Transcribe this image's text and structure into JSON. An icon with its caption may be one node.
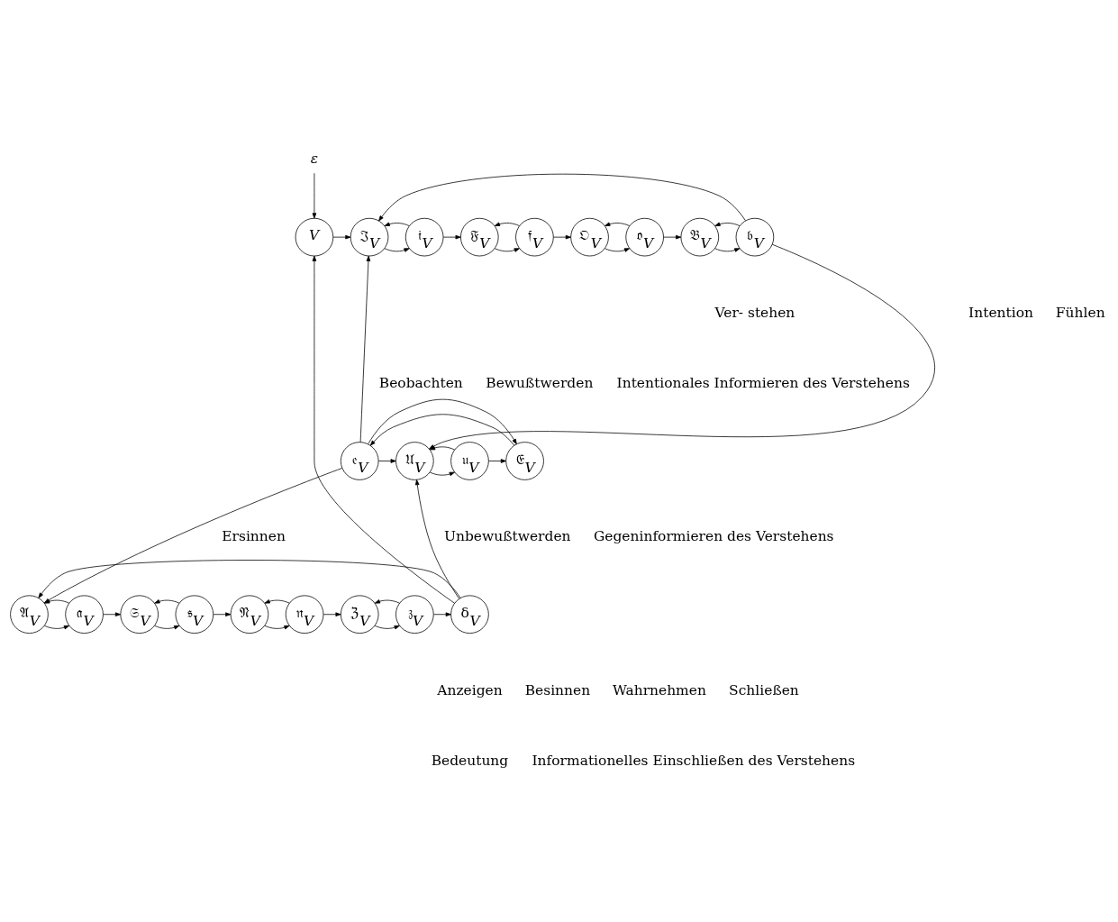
{
  "diagram": {
    "nodes": [
      {
        "text": [
          "V"
        ]
      },
      {
        "text": [
          "ε"
        ]
      },
      {
        "text": [
          "𝔍$_{V}$"
        ]
      },
      {
        "text": [
          "𝔦$_{V}$"
        ]
      },
      {
        "text": [
          "𝔉$_{V}$"
        ]
      },
      {
        "text": [
          "𝔣$_{V}$"
        ]
      },
      {
        "text": [
          "𝔒$_{V}$"
        ]
      },
      {
        "text": [
          "𝔬$_{V}$"
        ]
      },
      {
        "text": [
          "𝔅$_{V}$"
        ]
      },
      {
        "text": [
          "𝔟$_{V}$"
        ]
      },
      {
        "text": [
          "𝔢$_{V}$"
        ]
      },
      {
        "text": [
          "𝔈$_{V}$"
        ]
      },
      {
        "text": [
          "𝔲$_{V}$"
        ]
      },
      {
        "text": [
          "𝔘$_{V}$"
        ]
      },
      {
        "text": [
          "𝔄$_{V}$"
        ]
      },
      {
        "text": [
          "𝔞$_{V}$"
        ]
      },
      {
        "text": [
          "𝔖$_{V}$"
        ]
      },
      {
        "text": [
          "𝔰$_{V}$"
        ]
      },
      {
        "text": [
          "𝔑$_{V}$"
        ]
      },
      {
        "text": [
          "𝔫$_{V}$"
        ]
      },
      {
        "text": [
          "ℨ$_{V}$"
        ]
      },
      {
        "text": [
          "𝔷$_{V}$"
        ]
      },
      {
        "text": [
          "δ$_{V}$"
        ]
      }
    ],
    "edges": [
      {
        "from": 0,
        "to": 2,
        "arrow": "to"
      },
      {
        "from": 1,
        "to": 0,
        "arrow": "to"
      },
      {
        "from": 2,
        "to": 3,
        "arrow": "to"
      },
      {
        "from": 3,
        "to": 2,
        "arrow": "to"
      },
      {
        "from": 3,
        "to": 4,
        "arrow": "to"
      },
      {
        "from": 4,
        "to": 5,
        "arrow": "to"
      },
      {
        "from": 5,
        "to": 4,
        "arrow": "to"
      },
      {
        "from": 5,
        "to": 6,
        "arrow": "to"
      },
      {
        "from": 6,
        "to": 7,
        "arrow": "to"
      },
      {
        "from": 7,
        "to": 6,
        "arrow": "to"
      },
      {
        "from": 7,
        "to": 8,
        "arrow": "to"
      },
      {
        "from": 8,
        "to": 9,
        "arrow": "to"
      },
      {
        "from": 9,
        "to": 8,
        "arrow": "to"
      },
      {
        "from": 9,
        "to": 2,
        "arrow": "to"
      },
      {
        "from": 9,
        "to": 13,
        "arrow": "to"
      },
      {
        "from": 13,
        "to": 12,
        "arrow": "to"
      },
      {
        "from": 12,
        "to": 13,
        "arrow": "to"
      },
      {
        "from": 12,
        "to": 11,
        "arrow": "to"
      },
      {
        "from": 11,
        "to": 10,
        "arrow": "to"
      },
      {
        "from": 10,
        "to": 11,
        "arrow": "to"
      },
      {
        "from": 10,
        "to": 13,
        "arrow": "to"
      },
      {
        "from": 10,
        "to": 2,
        "arrow": "to"
      },
      {
        "from": 10,
        "to": 14,
        "arrow": "to"
      },
      {
        "from": 14,
        "to": 15,
        "arrow": "to"
      },
      {
        "from": 15,
        "to": 14,
        "arrow": "to"
      },
      {
        "from": 15,
        "to": 16,
        "arrow": "to"
      },
      {
        "from": 16,
        "to": 17,
        "arrow": "to"
      },
      {
        "from": 17,
        "to": 16,
        "arrow": "to"
      },
      {
        "from": 17,
        "to": 18,
        "arrow": "to"
      },
      {
        "from": 18,
        "to": 19,
        "arrow": "to"
      },
      {
        "from": 19,
        "to": 18,
        "arrow": "to"
      },
      {
        "from": 19,
        "to": 20,
        "arrow": "to"
      },
      {
        "from": 20,
        "to": 21,
        "arrow": "to"
      },
      {
        "from": 21,
        "to": 20,
        "arrow": "to"
      },
      {
        "from": 21,
        "to": 22,
        "arrow": "to"
      },
      {
        "from": 22,
        "to": 14,
        "arrow": "to"
      },
      {
        "from": 22,
        "to": 13,
        "arrow": "to"
      },
      {
        "from": 22,
        "to": 0,
        "arrow": "to"
      }
    ],
    "labels": [
      "Ver- stehen",
      "Intention",
      "Fühlen",
      "Beobachten",
      "Bewußtwerden",
      "Intentionales Informieren des Verstehens",
      "Ersinnen",
      "Unbewußtwerden",
      "Gegeninformieren des Verstehens",
      "Anzeigen",
      "Besinnen",
      "Wahrnehmen",
      "Schließen",
      "Bedeutung",
      "Informationelles Einschließen des Verstehens"
    ]
  }
}
